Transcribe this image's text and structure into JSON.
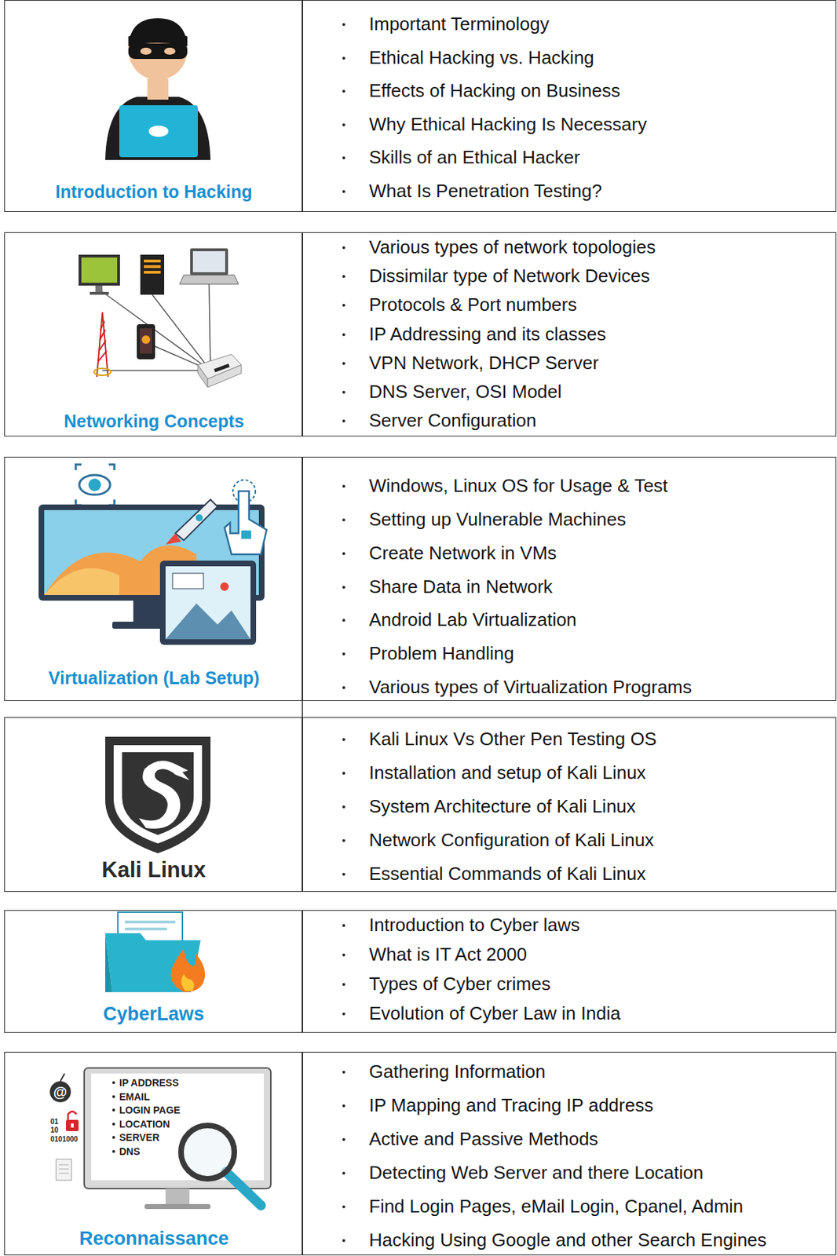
{
  "diagram": {
    "nodes": [
      {
        "text": [
          "Introduction to Hacking"
        ]
      },
      {
        "text": [
          "Important Terminology",
          "Ethical Hacking vs. Hacking",
          "Effects of Hacking on Business",
          "Why Ethical Hacking Is Necessary",
          "Skills of an Ethical Hacker",
          "What Is Penetration Testing?"
        ]
      },
      {
        "text": [
          "Networking Concepts"
        ]
      },
      {
        "text": [
          "Various types of network topologies",
          "Dissimilar type of Network Devices",
          "Protocols & Port numbers",
          "IP Addressing and its classes",
          "VPN Network, DHCP Server",
          "DNS Server, OSI Model",
          "Server Configuration"
        ]
      },
      {
        "text": [
          "Virtualization (Lab Setup)"
        ]
      },
      {
        "text": [
          "Windows, Linux OS for Usage & Test",
          "Setting up Vulnerable Machines",
          "Create Network in VMs",
          "Share Data in Network",
          "Android Lab Virtualization",
          "Problem Handling",
          "Various types of Virtualization Programs"
        ]
      },
      {
        "text": [
          "Kali Linux"
        ]
      },
      {
        "text": [
          "Kali Linux Vs Other Pen Testing OS",
          "Installation and setup of Kali Linux",
          "System Architecture of Kali Linux",
          "Network Configuration of Kali Linux",
          "Essential Commands of Kali Linux"
        ]
      },
      {
        "text": [
          "CyberLaws"
        ]
      },
      {
        "text": [
          "Introduction to Cyber laws",
          "What is IT Act 2000",
          "Types of Cyber crimes",
          "Evolution of Cyber Law in India"
        ]
      },
      {
        "text": [
          "Reconnaissance"
        ]
      },
      {
        "text": [
          "Gathering Information",
          "IP Mapping and Tracing IP address",
          "Active and Passive Methods",
          "Detecting Web Server and there Location",
          "Find Login Pages, eMail Login, Cpanel, Admin",
          "Hacking Using Google and other Search Engines"
        ]
      }
    ],
    "labels": [
      "IP ADDRESS",
      "EMAIL",
      "LOGIN PAGE",
      "LOCATION",
      "SERVER",
      "DNS",
      "@",
      "01",
      "10",
      "0101000"
    ]
  }
}
